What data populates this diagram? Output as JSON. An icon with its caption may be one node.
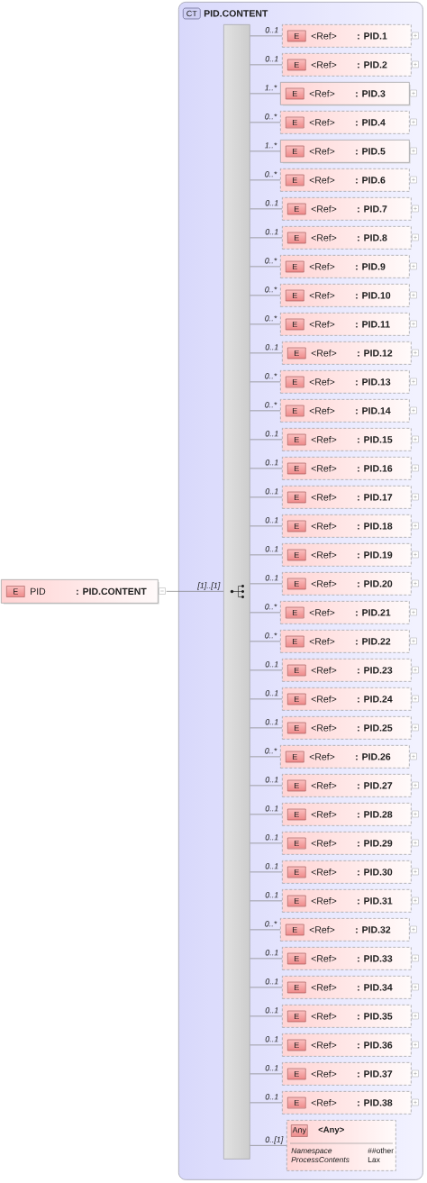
{
  "diagram": {
    "nodes": [
      {
        "text": [
          "E",
          "PID",
          ": PID.CONTENT"
        ]
      },
      {
        "text": [
          "CT",
          "PID.CONTENT"
        ]
      },
      {
        "text": [],
        "shape": "bar",
        "in": 1
      },
      {
        "text": [
          "E",
          "<Ref>",
          ": PID.1"
        ],
        "in": 1
      },
      {
        "text": [
          "E",
          "<Ref>",
          ": PID.2"
        ],
        "in": 1
      },
      {
        "text": [
          "E",
          "<Ref>",
          ": PID.3"
        ],
        "in": 1
      },
      {
        "text": [
          "E",
          "<Ref>",
          ": PID.4"
        ],
        "in": 1
      },
      {
        "text": [
          "E",
          "<Ref>",
          ": PID.5"
        ],
        "in": 1
      },
      {
        "text": [
          "E",
          "<Ref>",
          ": PID.6"
        ],
        "in": 1
      },
      {
        "text": [
          "E",
          "<Ref>",
          ": PID.7"
        ],
        "in": 1
      },
      {
        "text": [
          "E",
          "<Ref>",
          ": PID.8"
        ],
        "in": 1
      },
      {
        "text": [
          "E",
          "<Ref>",
          ": PID.9"
        ],
        "in": 1
      },
      {
        "text": [
          "E",
          "<Ref>",
          ": PID.10"
        ],
        "in": 1
      },
      {
        "text": [
          "E",
          "<Ref>",
          ": PID.11"
        ],
        "in": 1
      },
      {
        "text": [
          "E",
          "<Ref>",
          ": PID.12"
        ],
        "in": 1
      },
      {
        "text": [
          "E",
          "<Ref>",
          ": PID.13"
        ],
        "in": 1
      },
      {
        "text": [
          "E",
          "<Ref>",
          ": PID.14"
        ],
        "in": 1
      },
      {
        "text": [
          "E",
          "<Ref>",
          ": PID.15"
        ],
        "in": 1
      },
      {
        "text": [
          "E",
          "<Ref>",
          ": PID.16"
        ],
        "in": 1
      },
      {
        "text": [
          "E",
          "<Ref>",
          ": PID.17"
        ],
        "in": 1
      },
      {
        "text": [
          "E",
          "<Ref>",
          ": PID.18"
        ],
        "in": 1
      },
      {
        "text": [
          "E",
          "<Ref>",
          ": PID.19"
        ],
        "in": 1
      },
      {
        "text": [
          "E",
          "<Ref>",
          ": PID.20"
        ],
        "in": 1
      },
      {
        "text": [
          "E",
          "<Ref>",
          ": PID.21"
        ],
        "in": 1
      },
      {
        "text": [
          "E",
          "<Ref>",
          ": PID.22"
        ],
        "in": 1
      },
      {
        "text": [
          "E",
          "<Ref>",
          ": PID.23"
        ],
        "in": 1
      },
      {
        "text": [
          "E",
          "<Ref>",
          ": PID.24"
        ],
        "in": 1
      },
      {
        "text": [
          "E",
          "<Ref>",
          ": PID.25"
        ],
        "in": 1
      },
      {
        "text": [
          "E",
          "<Ref>",
          ": PID.26"
        ],
        "in": 1
      },
      {
        "text": [
          "E",
          "<Ref>",
          ": PID.27"
        ],
        "in": 1
      },
      {
        "text": [
          "E",
          "<Ref>",
          ": PID.28"
        ],
        "in": 1
      },
      {
        "text": [
          "E",
          "<Ref>",
          ": PID.29"
        ],
        "in": 1
      },
      {
        "text": [
          "E",
          "<Ref>",
          ": PID.30"
        ],
        "in": 1
      },
      {
        "text": [
          "E",
          "<Ref>",
          ": PID.31"
        ],
        "in": 1
      },
      {
        "text": [
          "E",
          "<Ref>",
          ": PID.32"
        ],
        "in": 1
      },
      {
        "text": [
          "E",
          "<Ref>",
          ": PID.33"
        ],
        "in": 1
      },
      {
        "text": [
          "E",
          "<Ref>",
          ": PID.34"
        ],
        "in": 1
      },
      {
        "text": [
          "E",
          "<Ref>",
          ": PID.35"
        ],
        "in": 1
      },
      {
        "text": [
          "E",
          "<Ref>",
          ": PID.36"
        ],
        "in": 1
      },
      {
        "text": [
          "E",
          "<Ref>",
          ": PID.37"
        ],
        "in": 1
      },
      {
        "text": [
          "E",
          "<Ref>",
          ": PID.38"
        ],
        "in": 1
      },
      {
        "text": [
          "Any",
          "<Any>",
          "Namespace",
          "##other",
          "ProcessContents",
          "Lax"
        ],
        "in": 1
      }
    ],
    "edges": [
      {
        "from": 0,
        "to": 2,
        "arrow": "none",
        "label": "[1]..[1]"
      },
      {
        "from": 2,
        "to": 3,
        "arrow": "none",
        "label": "0..1"
      },
      {
        "from": 2,
        "to": 4,
        "arrow": "none",
        "label": "0..1"
      },
      {
        "from": 2,
        "to": 5,
        "arrow": "none",
        "label": "1..*"
      },
      {
        "from": 2,
        "to": 6,
        "arrow": "none",
        "label": "0..*"
      },
      {
        "from": 2,
        "to": 7,
        "arrow": "none",
        "label": "1..*"
      },
      {
        "from": 2,
        "to": 8,
        "arrow": "none",
        "label": "0..*"
      },
      {
        "from": 2,
        "to": 9,
        "arrow": "none",
        "label": "0..1"
      },
      {
        "from": 2,
        "to": 10,
        "arrow": "none",
        "label": "0..1"
      },
      {
        "from": 2,
        "to": 11,
        "arrow": "none",
        "label": "0..*"
      },
      {
        "from": 2,
        "to": 12,
        "arrow": "none",
        "label": "0..*"
      },
      {
        "from": 2,
        "to": 13,
        "arrow": "none",
        "label": "0..*"
      },
      {
        "from": 2,
        "to": 14,
        "arrow": "none",
        "label": "0..1"
      },
      {
        "from": 2,
        "to": 15,
        "arrow": "none",
        "label": "0..*"
      },
      {
        "from": 2,
        "to": 16,
        "arrow": "none",
        "label": "0..*"
      },
      {
        "from": 2,
        "to": 17,
        "arrow": "none",
        "label": "0..1"
      },
      {
        "from": 2,
        "to": 18,
        "arrow": "none",
        "label": "0..1"
      },
      {
        "from": 2,
        "to": 19,
        "arrow": "none",
        "label": "0..1"
      },
      {
        "from": 2,
        "to": 20,
        "arrow": "none",
        "label": "0..1"
      },
      {
        "from": 2,
        "to": 21,
        "arrow": "none",
        "label": "0..1"
      },
      {
        "from": 2,
        "to": 22,
        "arrow": "none",
        "label": "0..1"
      },
      {
        "from": 2,
        "to": 23,
        "arrow": "none",
        "label": "0..*"
      },
      {
        "from": 2,
        "to": 24,
        "arrow": "none",
        "label": "0..*"
      },
      {
        "from": 2,
        "to": 25,
        "arrow": "none",
        "label": "0..1"
      },
      {
        "from": 2,
        "to": 26,
        "arrow": "none",
        "label": "0..1"
      },
      {
        "from": 2,
        "to": 27,
        "arrow": "none",
        "label": "0..1"
      },
      {
        "from": 2,
        "to": 28,
        "arrow": "none",
        "label": "0..*"
      },
      {
        "from": 2,
        "to": 29,
        "arrow": "none",
        "label": "0..1"
      },
      {
        "from": 2,
        "to": 30,
        "arrow": "none",
        "label": "0..1"
      },
      {
        "from": 2,
        "to": 31,
        "arrow": "none",
        "label": "0..1"
      },
      {
        "from": 2,
        "to": 32,
        "arrow": "none",
        "label": "0..1"
      },
      {
        "from": 2,
        "to": 33,
        "arrow": "none",
        "label": "0..1"
      },
      {
        "from": 2,
        "to": 34,
        "arrow": "none",
        "label": "0..*"
      },
      {
        "from": 2,
        "to": 35,
        "arrow": "none",
        "label": "0..1"
      },
      {
        "from": 2,
        "to": 36,
        "arrow": "none",
        "label": "0..1"
      },
      {
        "from": 2,
        "to": 37,
        "arrow": "none",
        "label": "0..1"
      },
      {
        "from": 2,
        "to": 38,
        "arrow": "none",
        "label": "0..1"
      },
      {
        "from": 2,
        "to": 39,
        "arrow": "none",
        "label": "0..1"
      },
      {
        "from": 2,
        "to": 40,
        "arrow": "none",
        "label": "0..1"
      },
      {
        "from": 2,
        "to": 41,
        "arrow": "none",
        "label": "0..[1]"
      }
    ]
  }
}
